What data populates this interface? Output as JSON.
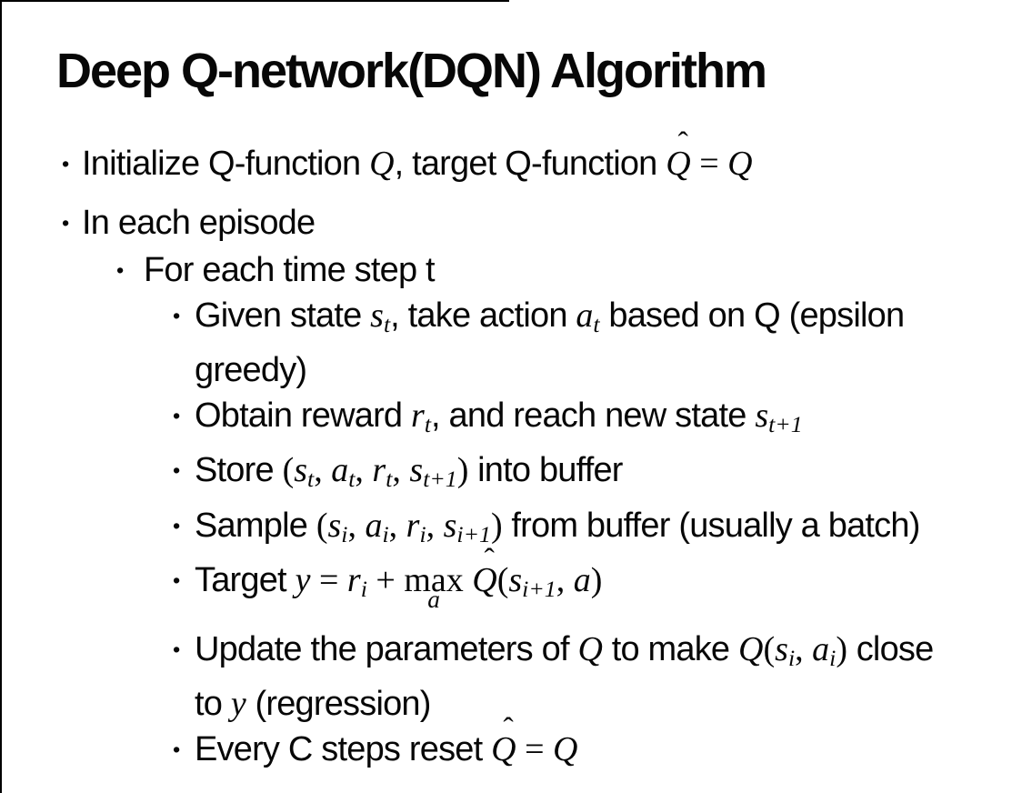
{
  "slide": {
    "title": "Deep Q-network(DQN) Algorithm",
    "bullet_char": "•",
    "hat_char": "ˆ",
    "colors": {
      "background": "#ffffff",
      "text": "#070707",
      "border": "#000000"
    },
    "bullets": [
      {
        "level": 1,
        "segments": [
          {
            "kind": "plain",
            "text": "Initialize Q-function "
          },
          {
            "kind": "math",
            "text": "Q"
          },
          {
            "kind": "plain",
            "text": ", target Q-function "
          },
          {
            "kind": "math",
            "text": "Q",
            "hat": true
          },
          {
            "kind": "op",
            "text": " = "
          },
          {
            "kind": "math",
            "text": "Q"
          }
        ]
      },
      {
        "level": 1,
        "segments": [
          {
            "kind": "plain",
            "text": "In each episode"
          }
        ]
      },
      {
        "level": 2,
        "segments": [
          {
            "kind": "plain",
            "text": "For each time step t"
          }
        ]
      },
      {
        "level": 3,
        "segments": [
          {
            "kind": "plain",
            "text": "Given state "
          },
          {
            "kind": "math",
            "text": "s"
          },
          {
            "kind": "sub",
            "text": "t"
          },
          {
            "kind": "plain",
            "text": ", take action "
          },
          {
            "kind": "math",
            "text": "a"
          },
          {
            "kind": "sub",
            "text": "t"
          },
          {
            "kind": "plain",
            "text": " based on Q (epsilon"
          }
        ]
      },
      {
        "level": 3,
        "cont": true,
        "segments": [
          {
            "kind": "plain",
            "text": "greedy)"
          }
        ]
      },
      {
        "level": 3,
        "segments": [
          {
            "kind": "plain",
            "text": "Obtain reward "
          },
          {
            "kind": "math",
            "text": "r"
          },
          {
            "kind": "sub",
            "text": "t"
          },
          {
            "kind": "plain",
            "text": ", and reach new state "
          },
          {
            "kind": "math",
            "text": "s"
          },
          {
            "kind": "sub",
            "text": "t+1"
          }
        ]
      },
      {
        "level": 3,
        "segments": [
          {
            "kind": "plain",
            "text": "Store "
          },
          {
            "kind": "op",
            "text": "("
          },
          {
            "kind": "math",
            "text": "s"
          },
          {
            "kind": "sub",
            "text": "t"
          },
          {
            "kind": "op",
            "text": ", "
          },
          {
            "kind": "math",
            "text": "a"
          },
          {
            "kind": "sub",
            "text": "t"
          },
          {
            "kind": "op",
            "text": ", "
          },
          {
            "kind": "math",
            "text": "r"
          },
          {
            "kind": "sub",
            "text": "t"
          },
          {
            "kind": "op",
            "text": ", "
          },
          {
            "kind": "math",
            "text": "s"
          },
          {
            "kind": "sub",
            "text": "t+1"
          },
          {
            "kind": "op",
            "text": ")"
          },
          {
            "kind": "plain",
            "text": " into buffer"
          }
        ]
      },
      {
        "level": 3,
        "segments": [
          {
            "kind": "plain",
            "text": "Sample "
          },
          {
            "kind": "op",
            "text": "("
          },
          {
            "kind": "math",
            "text": "s"
          },
          {
            "kind": "sub",
            "text": "i"
          },
          {
            "kind": "op",
            "text": ", "
          },
          {
            "kind": "math",
            "text": "a"
          },
          {
            "kind": "sub",
            "text": "i"
          },
          {
            "kind": "op",
            "text": ", "
          },
          {
            "kind": "math",
            "text": "r"
          },
          {
            "kind": "sub",
            "text": "i"
          },
          {
            "kind": "op",
            "text": ", "
          },
          {
            "kind": "math",
            "text": "s"
          },
          {
            "kind": "sub",
            "text": "i+1"
          },
          {
            "kind": "op",
            "text": ")"
          },
          {
            "kind": "plain",
            "text": " from buffer (usually a batch)"
          }
        ]
      },
      {
        "level": 3,
        "segments": [
          {
            "kind": "plain",
            "text": "Target "
          },
          {
            "kind": "math",
            "text": "y"
          },
          {
            "kind": "op",
            "text": " = "
          },
          {
            "kind": "math",
            "text": "r"
          },
          {
            "kind": "sub",
            "text": "i"
          },
          {
            "kind": "op",
            "text": " + "
          },
          {
            "kind": "underset",
            "text": "max",
            "under": "a"
          },
          {
            "kind": "op",
            "text": " "
          },
          {
            "kind": "math",
            "text": "Q",
            "hat": true
          },
          {
            "kind": "op",
            "text": "("
          },
          {
            "kind": "math",
            "text": "s"
          },
          {
            "kind": "sub",
            "text": "i+1"
          },
          {
            "kind": "op",
            "text": ", "
          },
          {
            "kind": "math",
            "text": "a"
          },
          {
            "kind": "op",
            "text": ")"
          }
        ]
      },
      {
        "level": 3,
        "segments": [
          {
            "kind": "plain",
            "text": "Update the parameters of "
          },
          {
            "kind": "math",
            "text": "Q"
          },
          {
            "kind": "plain",
            "text": " to make "
          },
          {
            "kind": "math",
            "text": "Q"
          },
          {
            "kind": "op",
            "text": "("
          },
          {
            "kind": "math",
            "text": "s"
          },
          {
            "kind": "sub",
            "text": "i"
          },
          {
            "kind": "op",
            "text": ", "
          },
          {
            "kind": "math",
            "text": "a"
          },
          {
            "kind": "sub",
            "text": "i"
          },
          {
            "kind": "op",
            "text": ")"
          },
          {
            "kind": "plain",
            "text": " close"
          }
        ]
      },
      {
        "level": 3,
        "cont": true,
        "segments": [
          {
            "kind": "plain",
            "text": "to "
          },
          {
            "kind": "math",
            "text": "y"
          },
          {
            "kind": "plain",
            "text": " (regression)"
          }
        ]
      },
      {
        "level": 3,
        "segments": [
          {
            "kind": "plain",
            "text": "Every C steps reset "
          },
          {
            "kind": "math",
            "text": "Q",
            "hat": true
          },
          {
            "kind": "op",
            "text": " = "
          },
          {
            "kind": "math",
            "text": "Q"
          }
        ]
      }
    ]
  }
}
